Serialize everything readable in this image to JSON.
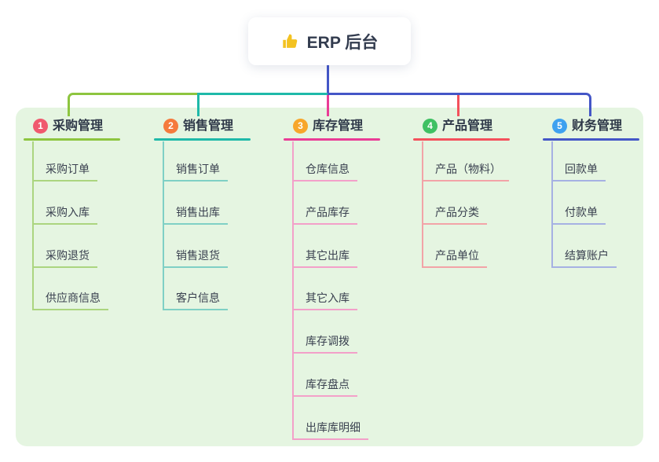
{
  "root": {
    "label": "ERP 后台",
    "icon": "thumbs-up-icon",
    "icon_color": "#f3c221",
    "stem_color": "#4456c7"
  },
  "panel": {
    "bg": "#e5f5e1"
  },
  "branches": [
    {
      "number": "1",
      "label": "采购管理",
      "badge_color": "#f0596e",
      "color": "#8dc53f",
      "light_color": "#abd57f",
      "items": [
        "采购订单",
        "采购入库",
        "采购退货",
        "供应商信息"
      ]
    },
    {
      "number": "2",
      "label": "销售管理",
      "badge_color": "#f57a3d",
      "color": "#1fb9a9",
      "light_color": "#7fd0c5",
      "items": [
        "销售订单",
        "销售出库",
        "销售退货",
        "客户信息"
      ]
    },
    {
      "number": "3",
      "label": "库存管理",
      "badge_color": "#f7a62b",
      "color": "#ea3c96",
      "light_color": "#f3a0c9",
      "items": [
        "仓库信息",
        "产品库存",
        "其它出库",
        "其它入库",
        "库存调拨",
        "库存盘点",
        "出库库明细"
      ]
    },
    {
      "number": "4",
      "label": "产品管理",
      "badge_color": "#3fc163",
      "color": "#f4515c",
      "light_color": "#f2a3a7",
      "items": [
        "产品（物料）",
        "产品分类",
        "产品单位"
      ]
    },
    {
      "number": "5",
      "label": "财务管理",
      "badge_color": "#3ea1f0",
      "color": "#4456c7",
      "light_color": "#a6b1e3",
      "items": [
        "回款单",
        "付款单",
        "结算账户"
      ]
    }
  ]
}
